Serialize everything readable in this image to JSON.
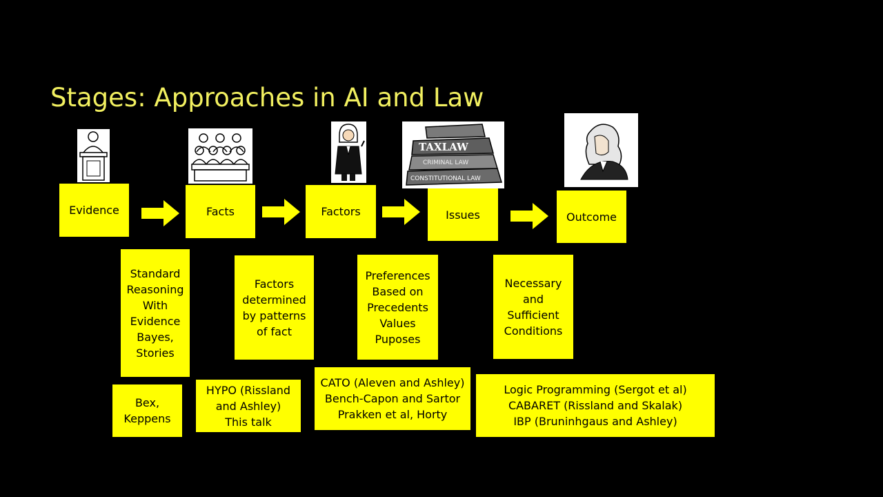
{
  "slide": {
    "title": "Stages: Approaches in AI and Law"
  },
  "stages": [
    {
      "label": "Evidence",
      "image": "witness-stand-icon"
    },
    {
      "label": "Facts",
      "image": "jury-box-icon"
    },
    {
      "label": "Factors",
      "image": "barrister-icon"
    },
    {
      "label": "Issues",
      "image": "law-books-icon"
    },
    {
      "label": "Outcome",
      "image": "judge-icon"
    }
  ],
  "book_labels": [
    "TAXLAW",
    "CRIMINAL LAW",
    "CONSTITUTIONAL LAW"
  ],
  "descriptions": [
    "Standard\nReasoning\nWith\nEvidence\nBayes,\nStories",
    "Factors\ndetermined\nby patterns\nof fact",
    "Preferences\nBased on\nPrecedents\nValues\nPuposes",
    "Necessary\nand\nSufficient\nConditions"
  ],
  "references": [
    "Bex,\nKeppens",
    "HYPO (Rissland\nand Ashley)\nThis talk",
    "CATO (Aleven and Ashley)\nBench-Capon and Sartor\nPrakken et al, Horty",
    "Logic Programming (Sergot et al)\nCABARET (Rissland and Skalak)\nIBP (Bruninhgaus and Ashley)"
  ],
  "colors": {
    "background": "#000000",
    "box": "#ffff00",
    "title": "#f2f060"
  }
}
